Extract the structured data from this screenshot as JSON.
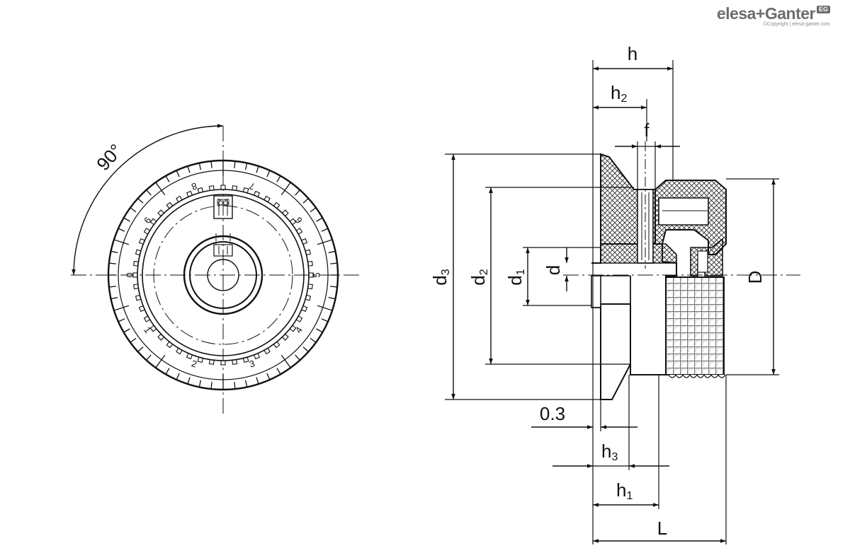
{
  "brand": {
    "name": "elesa+Ganter",
    "badge": "EG",
    "copyright": "©Copyright | elesa-ganter.com"
  },
  "front_view": {
    "angle_label": "90°",
    "scale_numbers": [
      "0",
      "1",
      "2",
      "3",
      "4",
      "5",
      "6",
      "7",
      "8",
      "9"
    ]
  },
  "dimensions": {
    "h": "h",
    "h2": {
      "base": "h",
      "sub": "2"
    },
    "f": "f",
    "d3": {
      "base": "d",
      "sub": "3"
    },
    "d2": {
      "base": "d",
      "sub": "2"
    },
    "d1": {
      "base": "d",
      "sub": "1"
    },
    "d": "d",
    "D": "D",
    "gap": "0.3",
    "h3": {
      "base": "h",
      "sub": "3"
    },
    "h1": {
      "base": "h",
      "sub": "1"
    },
    "L": "L"
  }
}
